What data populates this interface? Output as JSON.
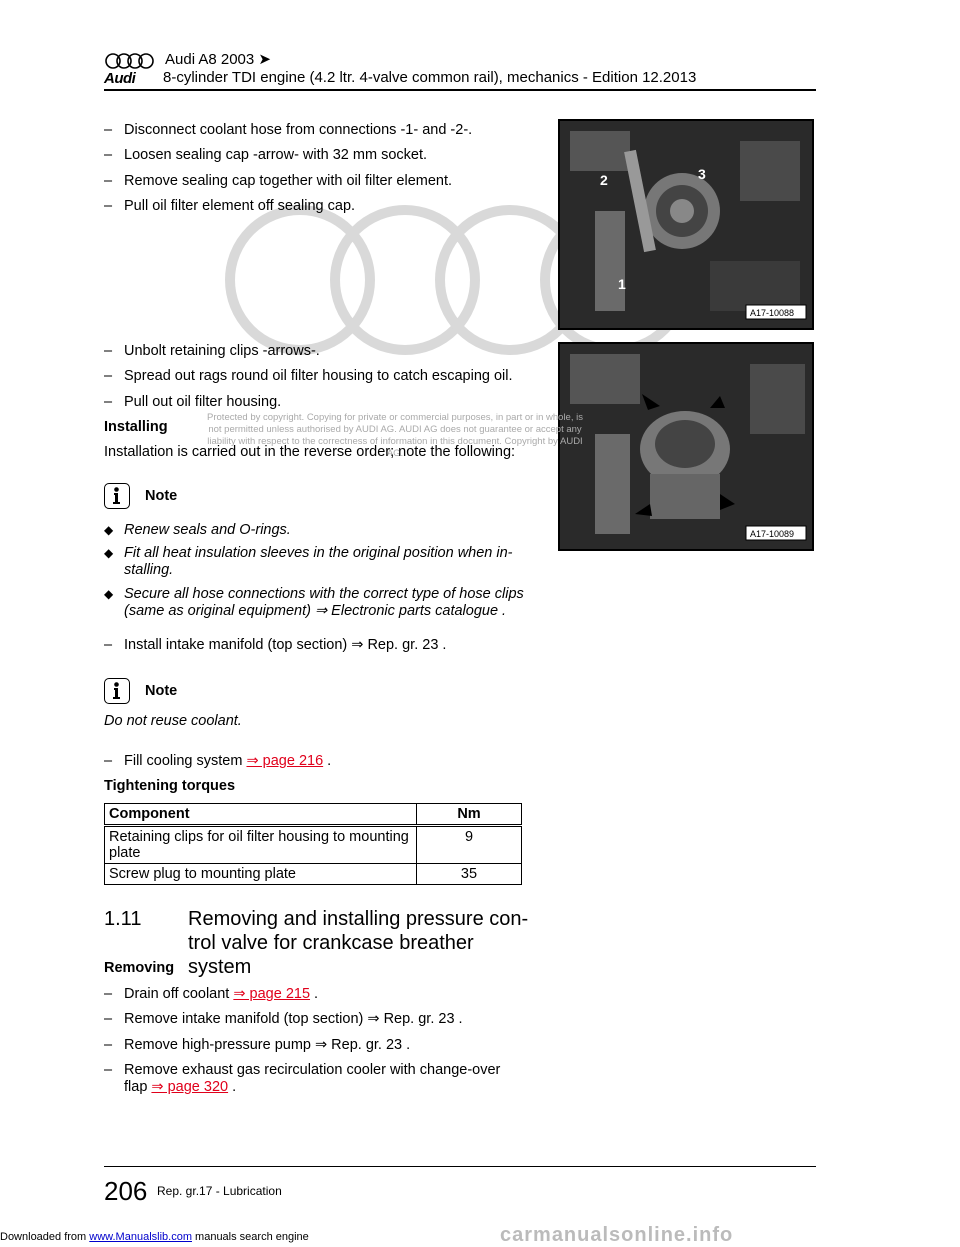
{
  "header": {
    "model": "Audi A8 2003 ➤",
    "brand": "Audi",
    "subtitle": "8-cylinder TDI engine (4.2 ltr. 4-valve common rail), mechanics - Edition 12.2013"
  },
  "steps_top": [
    "Disconnect coolant hose from connections -1- and -2-.",
    "Loosen sealing cap -arrow- with 32 mm socket.",
    "Remove sealing cap together with oil filter element.",
    "Pull oil filter element off sealing cap."
  ],
  "steps_mid": [
    "Unbolt retaining clips -arrows-.",
    "Spread out rags round oil filter housing to catch escaping oil.",
    "Pull out oil filter housing."
  ],
  "dash": "–",
  "installing": {
    "heading": "Installing",
    "intro": "Installation is carried out in the reverse order; note the following:"
  },
  "note_label": "Note",
  "note1_bullets": [
    "Renew seals and O-rings.",
    "Fit all heat insulation sleeves in the original position when in-stalling.",
    "Secure all hose connections with the correct type of hose clips (same as original equipment) ⇒  Electronic parts catalogue ."
  ],
  "step_intake": "Install intake manifold (top section) ⇒  Rep. gr.  23 .",
  "note2_text": "Do not reuse coolant.",
  "step_fill": {
    "text": "Fill cooling system",
    "link": "⇒ page 216",
    "end": " ."
  },
  "torques": {
    "heading": "Tightening torques",
    "col_component": "Component",
    "col_nm": "Nm",
    "rows": [
      {
        "component": "Retaining clips for oil filter housing to mounting plate",
        "nm": "9"
      },
      {
        "component": "Screw plug to mounting plate",
        "nm": "35"
      }
    ]
  },
  "section": {
    "number": "1.11",
    "title": "Removing and installing pressure con-trol valve for crankcase breather system"
  },
  "removing": {
    "heading": "Removing",
    "step1": {
      "text": "Drain off coolant",
      "link": "⇒ page 215",
      "end": " ."
    },
    "step2": "Remove intake manifold (top section) ⇒  Rep. gr.  23 .",
    "step3": "Remove high-pressure pump ⇒  Rep. gr.  23 .",
    "step4": {
      "text": "Remove exhaust gas recirculation cooler with change-over flap",
      "link": "⇒ page 320",
      "end": " ."
    }
  },
  "figures": {
    "fig1_label": "A17-10088",
    "fig1_callouts": [
      "1",
      "2",
      "3"
    ],
    "fig2_label": "A17-10089"
  },
  "copyright": "Protected by copyright. Copying for private or commercial purposes, in part or in whole, is not permitted unless authorised by AUDI AG. AUDI AG does not guarantee or accept any liability with respect to the correctness of information in this document. Copyright by AUDI AG.",
  "footer": {
    "page": "206",
    "text": "Rep. gr.17 - Lubrication"
  },
  "download": {
    "prefix": "Downloaded from",
    "link": "www.Manualslib.com",
    "suffix": " manuals search engine"
  },
  "watermark": "carmanualsonline.info",
  "colors": {
    "link": "#e0001b",
    "ring": "#d9d9d9"
  }
}
